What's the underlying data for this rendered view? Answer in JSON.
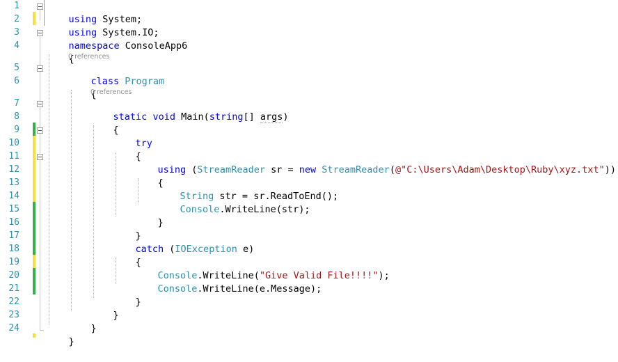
{
  "line_numbers": [
    "1",
    "2",
    "3",
    "4",
    "5",
    "6",
    "7",
    "8",
    "9",
    "10",
    "11",
    "12",
    "13",
    "14",
    "15",
    "16",
    "17",
    "18",
    "19",
    "20",
    "21",
    "22",
    "23",
    "24"
  ],
  "code": {
    "l1": {
      "kw": "using",
      "rest": " System;"
    },
    "l2": {
      "kw": "using",
      "rest": " System.IO;"
    },
    "l3": {
      "kw": "namespace",
      "rest": " ConsoleApp6"
    },
    "l4": "{",
    "refs_program": "0 references",
    "l5": {
      "kw": "class",
      "type": "Program"
    },
    "l6": "{",
    "refs_main": "0 references",
    "l7": {
      "kw1": "static",
      "kw2": "void",
      "name": "Main(",
      "kw3": "string",
      "brackets": "[] ",
      "param": "args",
      "close": ")"
    },
    "l8": "{",
    "l9": {
      "kw": "try"
    },
    "l10": "{",
    "l11": {
      "kw": "using",
      "p1": " (",
      "type1": "StreamReader",
      "p2": " sr = ",
      "kw2": "new",
      "p3": " ",
      "type2": "StreamReader",
      "p4": "(",
      "str": "@\"C:\\Users\\Adam\\Desktop\\Ruby\\xyz.txt\"",
      "p5": "))"
    },
    "l12": "{",
    "l13": {
      "type": "String",
      "rest": " str = sr.ReadToEnd();"
    },
    "l14": {
      "type": "Console",
      "rest": ".WriteLine(str);"
    },
    "l15": "}",
    "l16": "}",
    "l17": {
      "kw": "catch",
      "p1": " (",
      "type": "IOException",
      "p2": " e)"
    },
    "l18": "{",
    "l19": {
      "type": "Console",
      "p1": ".WriteLine(",
      "str": "\"Give Valid File!!!!\"",
      "p2": ");"
    },
    "l20": {
      "type": "Console",
      "rest": ".WriteLine(e.Message);"
    },
    "l21": "}",
    "l22": "}",
    "l23": "}",
    "l24": "}"
  },
  "colors": {
    "keyword": "#0000ff",
    "type": "#2b91af",
    "string": "#a31515",
    "line_number": "#2b91af",
    "change_saved": "#37b04b",
    "change_unsaved": "#f4df3f"
  }
}
